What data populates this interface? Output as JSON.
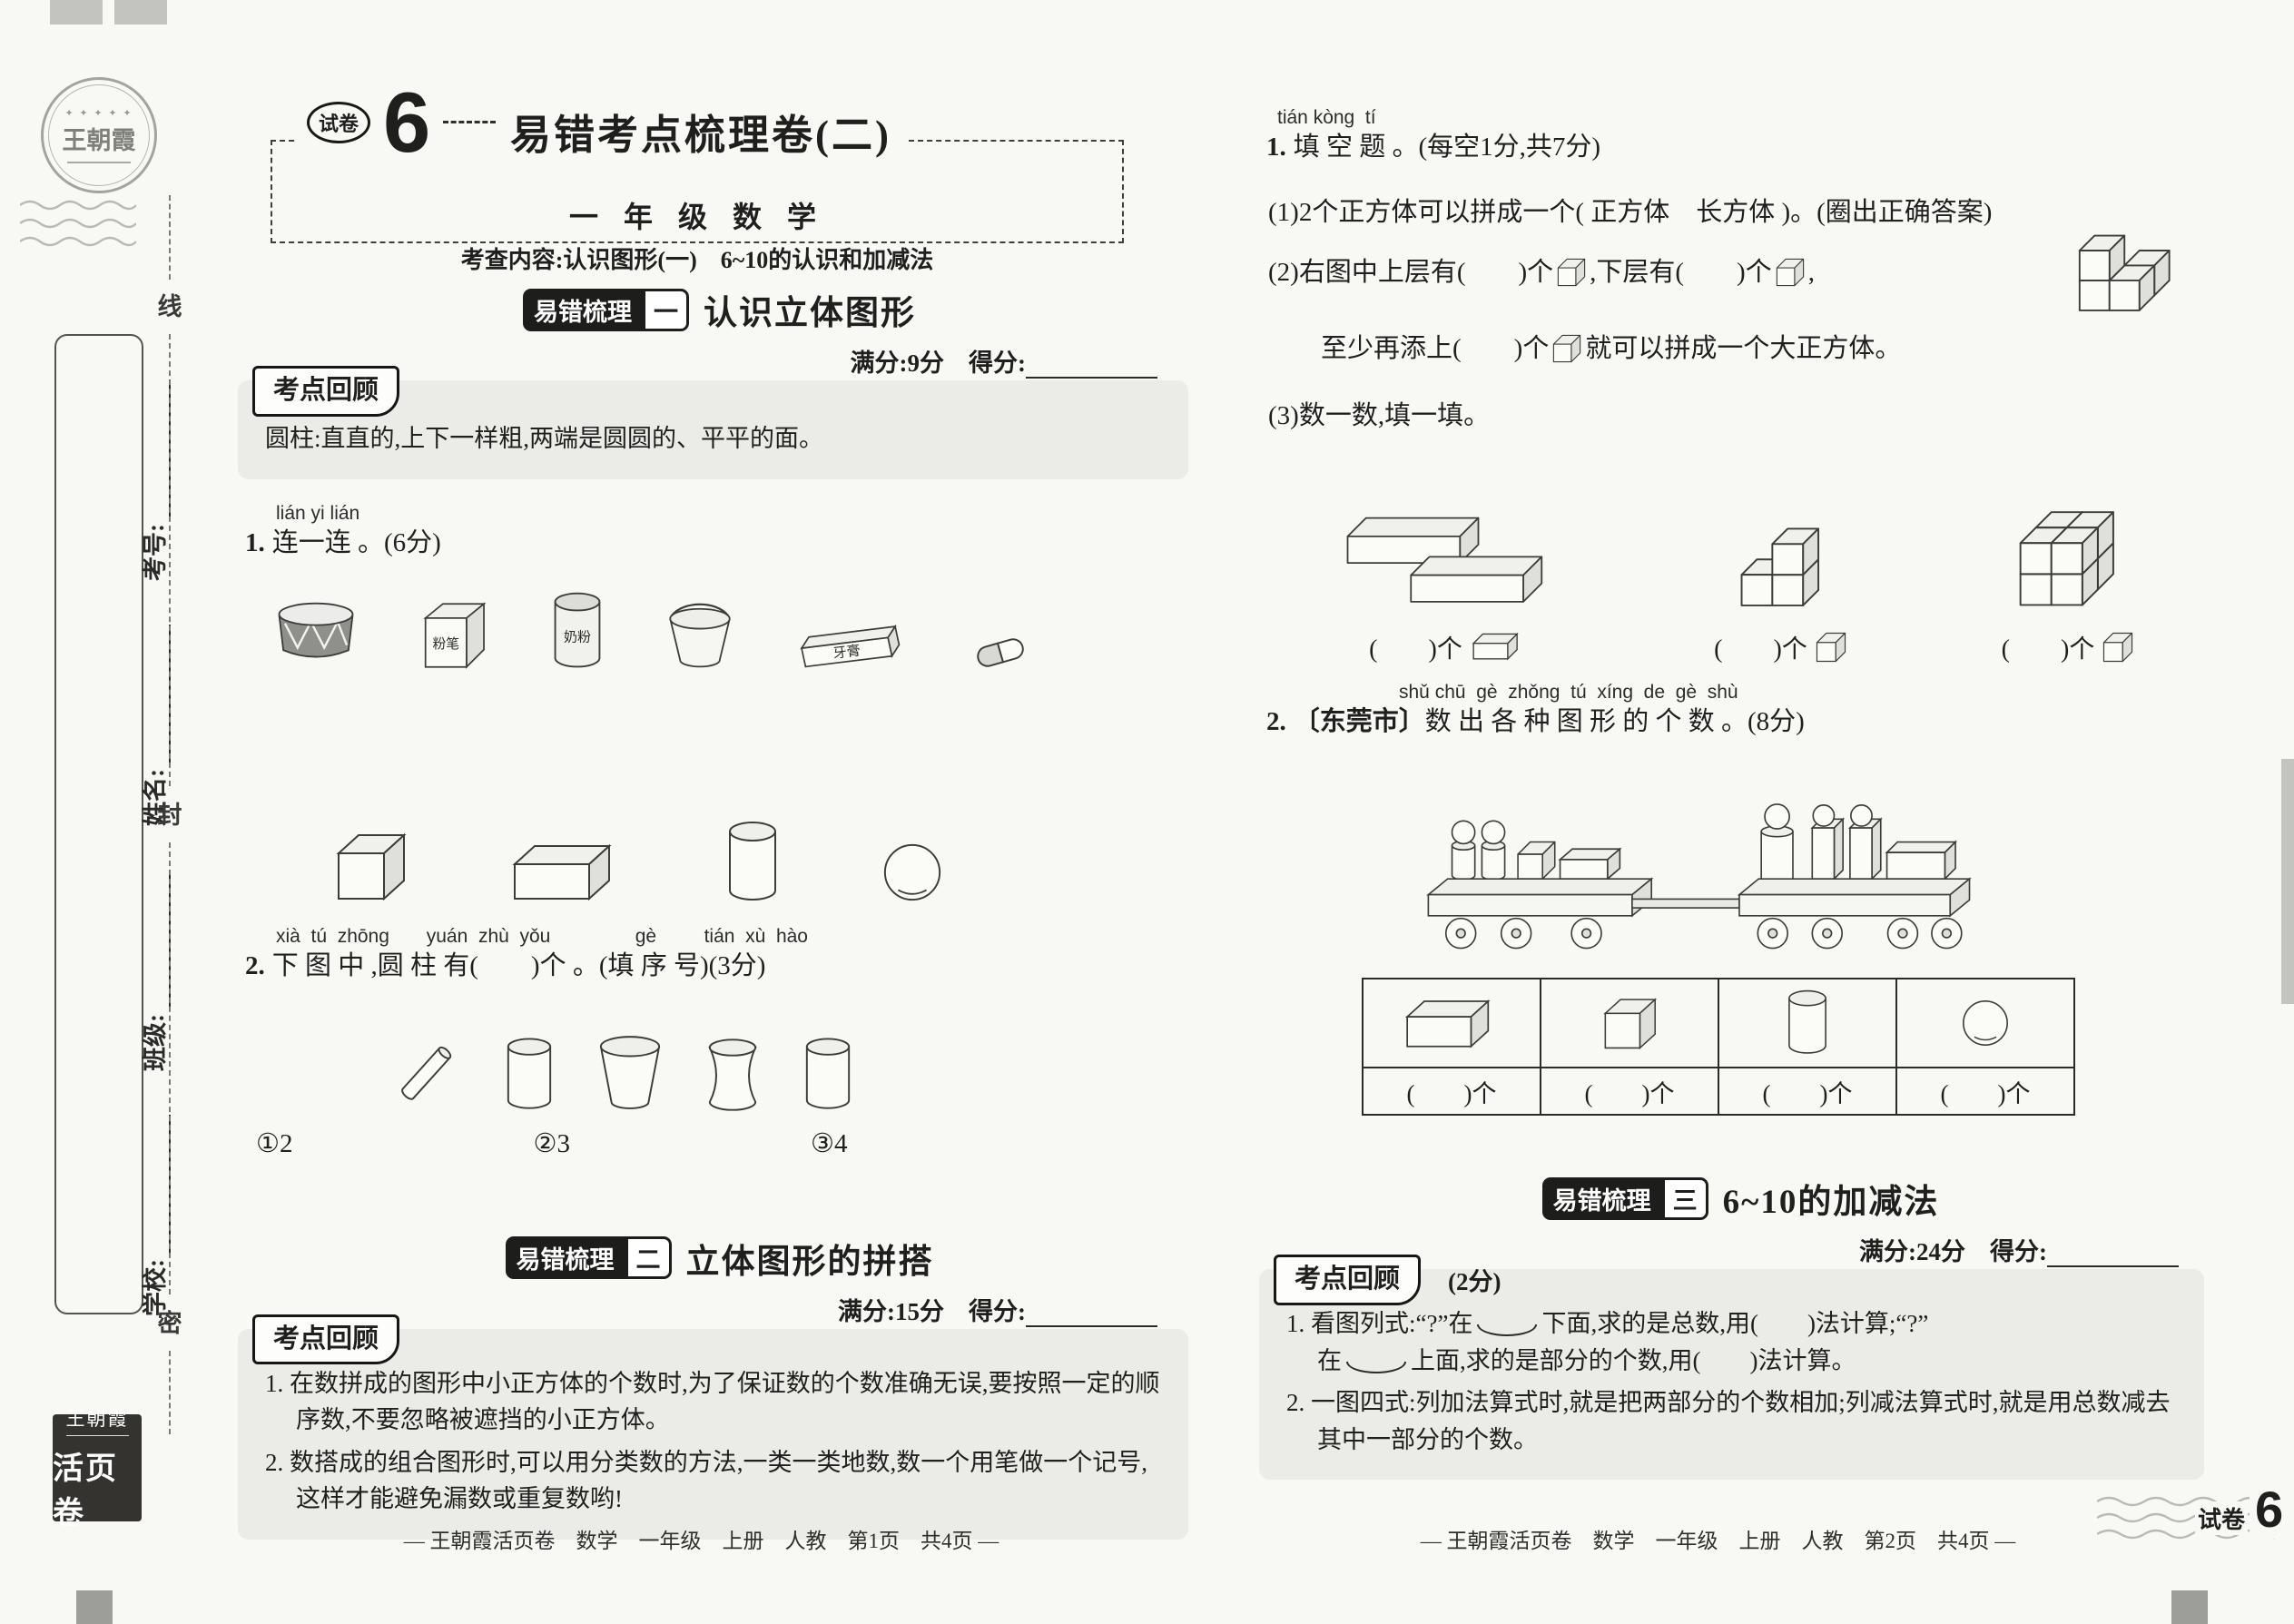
{
  "decor": {
    "stamp_stars": "✦ ✦ ✦ ✦ ✦",
    "stamp_name": "王朝霞",
    "brand_top": "王朝霞",
    "brand_bottom": "活页卷"
  },
  "sidebar": {
    "seal_chars": [
      "线",
      "封",
      "密"
    ],
    "fields": [
      {
        "label": "考号:"
      },
      {
        "label": "姓名:"
      },
      {
        "label": "班级:"
      },
      {
        "label": "学校:"
      }
    ]
  },
  "left": {
    "header": {
      "badge": "试卷",
      "number": "6",
      "title": "易错考点梳理卷(二)",
      "grade": "一 年 级 数 学",
      "scope": "考查内容:认识图形(一)　6~10的认识和加减法"
    },
    "sec1": {
      "badge": "易错梳理",
      "index": "一",
      "title": "认识立体图形",
      "full": "满分:9分　",
      "score": "得分:",
      "review_tab": "考点回顾",
      "review_line": "圆柱:直直的,上下一样粗,两端是圆圆的、平平的面。"
    },
    "q1": {
      "pinyin": "lián yi lián",
      "no": "1.",
      "text": "连一连 。(6分)",
      "label_chalk": "粉笔",
      "label_milk": "奶粉",
      "label_paste": "牙膏"
    },
    "q2": {
      "pinyin": "xià  tú  zhōng       yuán  zhù  yǒu                gè         tián  xù  hào",
      "no": "2.",
      "text": "下 图 中 ,圆 柱 有(　　)个 。(填 序 号)(3分)",
      "opts": [
        "①2",
        "②3",
        "③4"
      ]
    },
    "sec2": {
      "badge": "易错梳理",
      "index": "二",
      "title": "立体图形的拼搭",
      "full": "满分:15分　",
      "score": "得分:",
      "review_tab": "考点回顾",
      "lines": [
        "1. 在数拼成的图形中小正方体的个数时,为了保证数的个数准确无误,要按照一定的顺序数,不要忽略被遮挡的小正方体。",
        "2. 数搭成的组合图形时,可以用分类数的方法,一类一类地数,数一个用笔做一个记号,这样才能避免漏数或重复数哟!"
      ]
    },
    "footer": "— 王朝霞活页卷　数学　一年级　上册　人教　第1页　共4页 —"
  },
  "right": {
    "q1": {
      "pinyin": "tián kòng  tí",
      "no": "1.",
      "text": "填 空 题 。(每空1分,共7分)",
      "s1": "(1)2个正方体可以拼成一个( 正方体　长方体 )。(圈出正确答案)",
      "s2a": "(2)右图中上层有(　　)个",
      "s2b": ",下层有(　　)个",
      "s2c": ",",
      "s2d": "至少再添上(　　)个",
      "s2e": "就可以拼成一个大正方体。",
      "s3": "(3)数一数,填一填。",
      "counts": [
        "(　　)个",
        "(　　)个",
        "(　　)个"
      ]
    },
    "q2": {
      "pinyin": "shǔ chū  gè  zhǒng  tú  xíng  de  gè  shù",
      "no": "2.",
      "tag": "〔东莞市〕",
      "text": "数 出 各 种 图 形 的 个 数 。(8分)",
      "counts": [
        "(　　)个",
        "(　　)个",
        "(　　)个",
        "(　　)个"
      ]
    },
    "sec3": {
      "badge": "易错梳理",
      "index": "三",
      "title": "6~10的加减法",
      "full": "满分:24分　",
      "score": "得分:",
      "review_tab": "考点回顾",
      "review_score": "(2分)",
      "l1a": "1. 看图列式:“?”在",
      "l1b": "下面,求的是总数,用(　　)法计算;“?”",
      "l1c": "在",
      "l1d": "上面,求的是部分的个数,用(　　)法计算。",
      "l2": "2. 一图四式:列加法算式时,就是把两部分的个数相加;列减法算式时,就是用总数减去其中一部分的个数。"
    },
    "footer": "— 王朝霞活页卷　数学　一年级　上册　人教　第2页　共4页 —",
    "tag_label": "试卷",
    "tag_number": "6"
  }
}
